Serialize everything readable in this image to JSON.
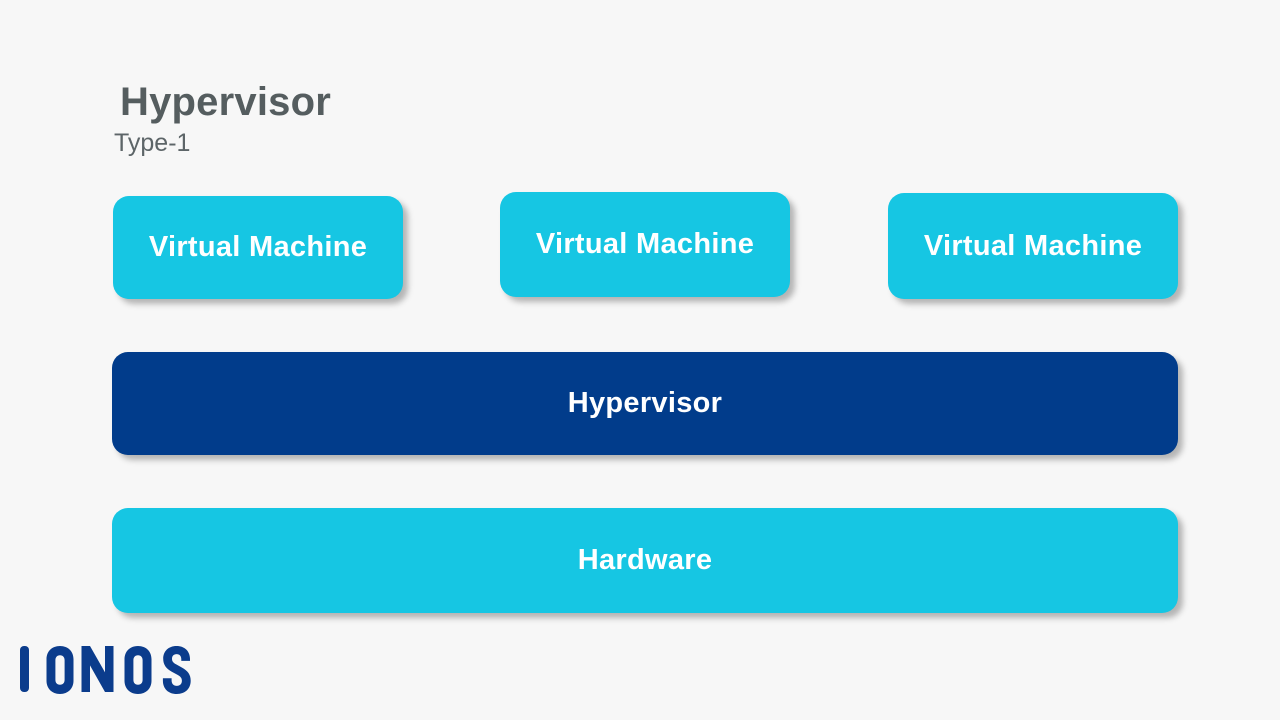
{
  "slide": {
    "background_color": "#f7f7f7",
    "title": "Hypervisor",
    "subtitle": "Type-1"
  },
  "colors": {
    "cyan": "#16c6e3",
    "dark_blue": "#013c8b",
    "title_gray": "#555d5f",
    "subtitle_gray": "#5d6568",
    "label_white": "#ffffff",
    "logo_blue": "#0b3c8c"
  },
  "diagram": {
    "type": "layered-stack",
    "vm_row": [
      {
        "label": "Virtual Machine",
        "color": "#16c6e3"
      },
      {
        "label": "Virtual Machine",
        "color": "#16c6e3"
      },
      {
        "label": "Virtual Machine",
        "color": "#16c6e3"
      }
    ],
    "hypervisor_layer": {
      "label": "Hypervisor",
      "color": "#013c8b"
    },
    "hardware_layer": {
      "label": "Hardware",
      "color": "#16c6e3"
    }
  },
  "branding": {
    "logo_text": "IONOS",
    "logo_color": "#0b3c8c"
  }
}
